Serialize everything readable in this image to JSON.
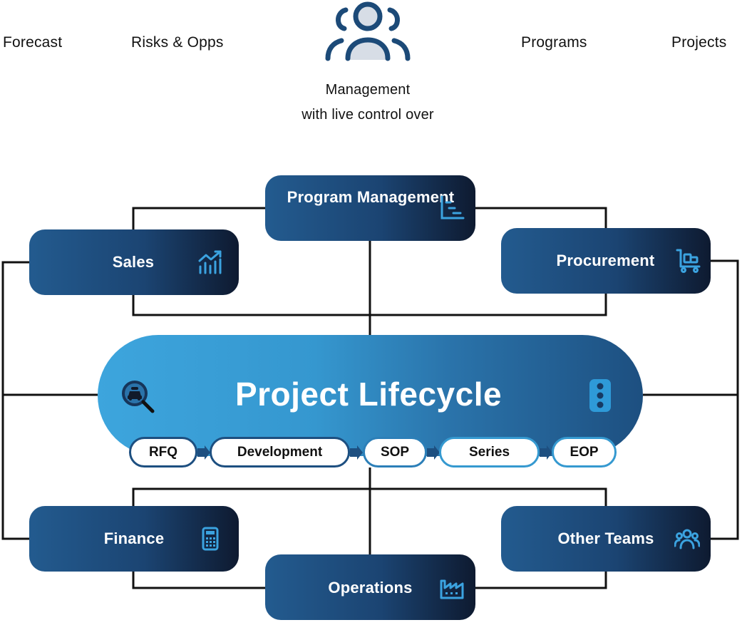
{
  "header": {
    "left_labels": [
      "Forecast",
      "Risks & Opps"
    ],
    "right_labels": [
      "Programs",
      "Projects"
    ],
    "management_icon": "management-person-icon",
    "management_line1": "Management",
    "management_line2": "with live control over"
  },
  "departments": {
    "program_management": {
      "label": "Program Management",
      "icon": "gantt-chart-icon"
    },
    "sales": {
      "label": "Sales",
      "icon": "sales-growth-chart-icon"
    },
    "procurement": {
      "label": "Procurement",
      "icon": "shopping-cart-icon"
    },
    "finance": {
      "label": "Finance",
      "icon": "calculator-icon"
    },
    "other_teams": {
      "label": "Other Teams",
      "icon": "team-group-icon"
    },
    "operations": {
      "label": "Operations",
      "icon": "factory-icon"
    }
  },
  "lifecycle": {
    "title": "Project Lifecycle",
    "left_icon": "search-car-icon",
    "right_icon": "traffic-light-icon",
    "phases": [
      "RFQ",
      "Development",
      "SOP",
      "Series",
      "EOP"
    ]
  },
  "colors": {
    "dark_navy": "#1b4472",
    "lifecycle_light": "#3da5dd",
    "icon_blue": "#3ba3e0",
    "connector": "#111111"
  }
}
